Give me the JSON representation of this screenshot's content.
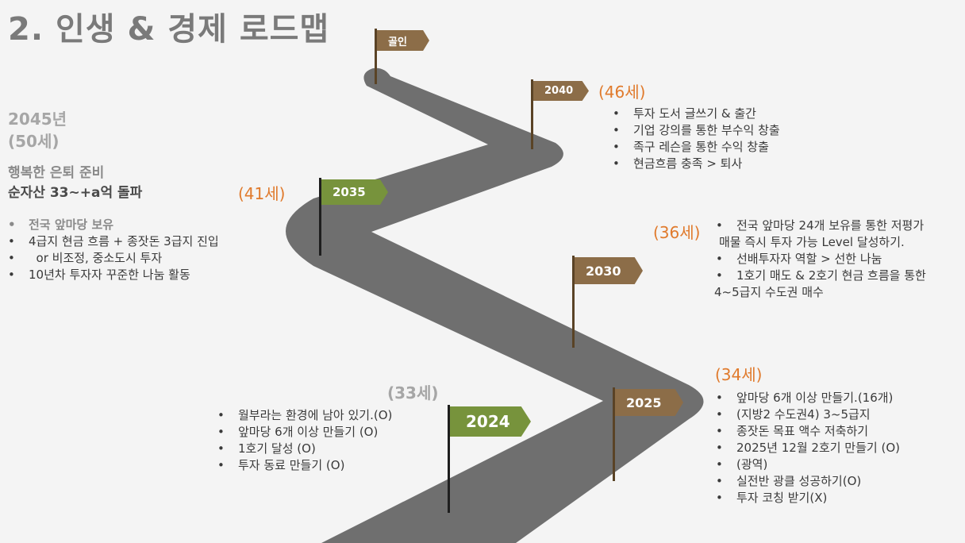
{
  "title": "2. 인생 & 경제 로드맵",
  "colors": {
    "brown": "#8c6d48",
    "green": "#77933c",
    "orange": "#e07a2c",
    "road": "#6f6f6f"
  },
  "flags": {
    "goal": "골인",
    "y2040": "2040",
    "y2035": "2035",
    "y2030": "2030",
    "y2025": "2025",
    "y2024": "2024"
  },
  "ages": {
    "a46": "(46세)",
    "a41": "(41세)",
    "a36": "(36세)",
    "a34": "(34세)",
    "a33": "(33세)"
  },
  "left": {
    "year": "2045년",
    "age": "(50세)",
    "goal1": "행복한 은퇴 준비",
    "goal2": "순자산 33~+a억  돌파",
    "items": [
      "전국 앞마당 보유",
      "4급지 현금 흐름 + 종잣돈 3급지 진입",
      "  or 비조정, 중소도시 투자",
      "10년차 투자자 꾸준한 나눔 활동"
    ]
  },
  "m46": [
    "투자 도서 글쓰기 & 출간",
    "기업 강의를 통한 부수익 창출",
    "족구 레슨을 통한 수익 창출",
    "현금흐름 충족 > 퇴사"
  ],
  "m36": [
    "전국 앞마당 24개 보유를 통한 저평가",
    "매물 즉시 투자 가능 Level 달성하기.",
    "선배투자자 역할 > 선한 나눔",
    "1호기 매도 & 2호기 현금 흐름을 통한",
    "4~5급지 수도권 매수"
  ],
  "m34": [
    "앞마당 6개 이상 만들기.(16개)",
    "(지방2 수도권4) 3~5급지",
    "종잣돈 목표 액수 저축하기",
    "2025년 12월 2호기 만들기 (O)",
    "(광역)",
    "실전반 광클 성공하기(O)",
    "투자 코칭 받기(X)"
  ],
  "m33": [
    "월부라는 환경에 남아 있기.(O)",
    "앞마당 6개 이상 만들기 (O)",
    "1호기 달성 (O)",
    "투자 동료 만들기 (O)"
  ]
}
